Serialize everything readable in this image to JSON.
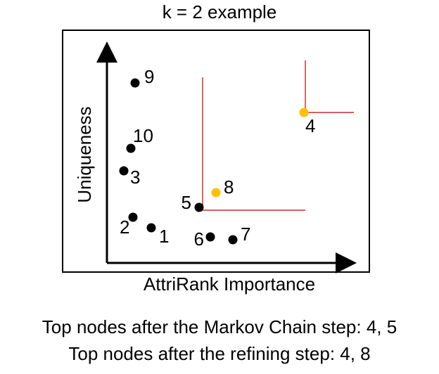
{
  "title": "k = 2 example",
  "chart_data": {
    "type": "scatter",
    "xlabel": "AttriRank Importance",
    "ylabel": "Uniqueness",
    "highlight_color": "#ffc000",
    "default_color": "#000000",
    "boundary_color": "#c00000",
    "points": [
      {
        "label": "1",
        "highlight": false
      },
      {
        "label": "2",
        "highlight": false
      },
      {
        "label": "3",
        "highlight": false
      },
      {
        "label": "4",
        "highlight": true
      },
      {
        "label": "5",
        "highlight": false
      },
      {
        "label": "6",
        "highlight": false
      },
      {
        "label": "7",
        "highlight": false
      },
      {
        "label": "8",
        "highlight": true
      },
      {
        "label": "9",
        "highlight": false
      },
      {
        "label": "10",
        "highlight": false
      }
    ]
  },
  "captions": {
    "markov": "Top nodes after the Markov Chain step: 4, 5",
    "refining": "Top nodes after the refining step: 4, 8"
  }
}
